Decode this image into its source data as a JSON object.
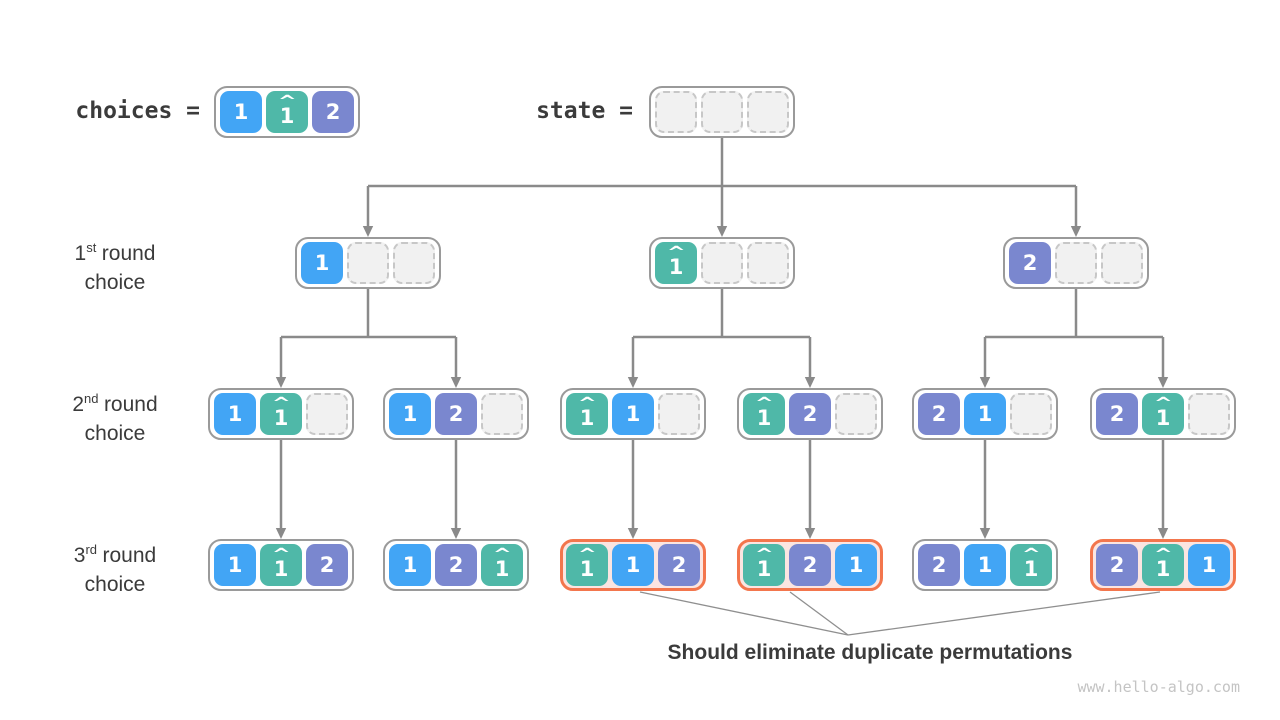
{
  "header": {
    "choices_label": "choices =",
    "state_label": "state =",
    "choices_cells": [
      "1",
      "1̂",
      "2"
    ],
    "state_cells": [
      "",
      "",
      ""
    ]
  },
  "row_labels": [
    {
      "ordinal": "1",
      "suffix": "st",
      "rest": "round",
      "line2": "choice"
    },
    {
      "ordinal": "2",
      "suffix": "nd",
      "rest": "round",
      "line2": "choice"
    },
    {
      "ordinal": "3",
      "suffix": "rd",
      "rest": "round",
      "line2": "choice"
    }
  ],
  "tree": {
    "level1": [
      {
        "cells": [
          "1",
          "",
          ""
        ]
      },
      {
        "cells": [
          "1̂",
          "",
          ""
        ]
      },
      {
        "cells": [
          "2",
          "",
          ""
        ]
      }
    ],
    "level2": [
      {
        "cells": [
          "1",
          "1̂",
          ""
        ]
      },
      {
        "cells": [
          "1",
          "2",
          ""
        ]
      },
      {
        "cells": [
          "1̂",
          "1",
          ""
        ]
      },
      {
        "cells": [
          "1̂",
          "2",
          ""
        ]
      },
      {
        "cells": [
          "2",
          "1",
          ""
        ]
      },
      {
        "cells": [
          "2",
          "1̂",
          ""
        ]
      }
    ],
    "level3": [
      {
        "cells": [
          "1",
          "1̂",
          "2"
        ],
        "duplicate": false
      },
      {
        "cells": [
          "1",
          "2",
          "1̂"
        ],
        "duplicate": false
      },
      {
        "cells": [
          "1̂",
          "1",
          "2"
        ],
        "duplicate": true
      },
      {
        "cells": [
          "1̂",
          "2",
          "1"
        ],
        "duplicate": true
      },
      {
        "cells": [
          "2",
          "1",
          "1̂"
        ],
        "duplicate": false
      },
      {
        "cells": [
          "2",
          "1̂",
          "1"
        ],
        "duplicate": true
      }
    ]
  },
  "annotation": {
    "text": "Should eliminate duplicate permutations"
  },
  "watermark": "www.hello-algo.com",
  "colors": {
    "cell_1": "#42a5f5",
    "cell_1_hat": "#4fb8a8",
    "cell_2": "#7a87cf",
    "empty_fill": "#f1f1f1",
    "empty_border": "#c7c7c7",
    "node_border": "#9a9a9a",
    "connector": "#8a8a8a",
    "thin_line": "#8f8f8f",
    "highlight_border": "#f3764d",
    "highlight_fill": "#fbe5e1",
    "text": "#3b3b3b",
    "watermark_color": "#c4c4c4"
  }
}
